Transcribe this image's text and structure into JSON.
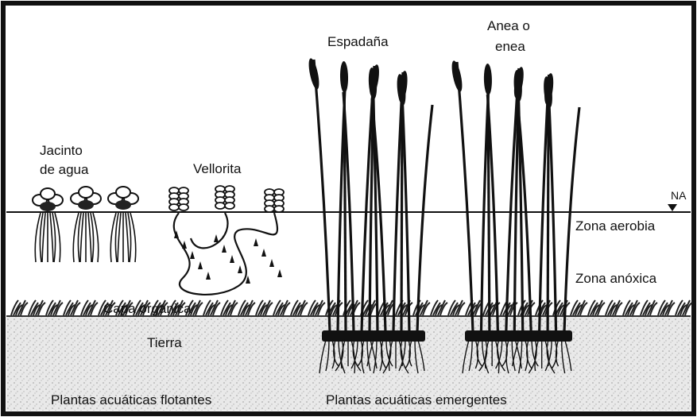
{
  "labels": {
    "jacinto_line1": "Jacinto",
    "jacinto_line2": "de agua",
    "vellorita": "Vellorita",
    "espadana": "Espadaña",
    "anea_line1": "Anea o",
    "anea_line2": "enea",
    "na": "NA",
    "zona_aerobia": "Zona aerobia",
    "zona_anoxica": "Zona anóxica",
    "capa_organica": "Capa orgánica",
    "tierra": "Tierra",
    "flotantes": "Plantas acuáticas flotantes",
    "emergentes": "Plantas acuáticas emergentes"
  }
}
